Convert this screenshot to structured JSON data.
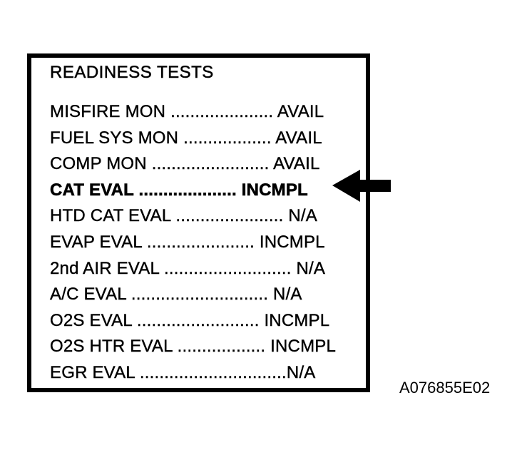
{
  "figure": {
    "caption": "A076855E02"
  },
  "screen": {
    "title": "READINESS TESTS",
    "rows": [
      {
        "label": "MISFIRE MON",
        "leader": " ..................... ",
        "value": "AVAIL",
        "highlight": false
      },
      {
        "label": "FUEL SYS MON",
        "leader": " .................. ",
        "value": "AVAIL",
        "highlight": false
      },
      {
        "label": "COMP MON",
        "leader": " ........................ ",
        "value": "AVAIL",
        "highlight": false
      },
      {
        "label": "CAT EVAL",
        "leader": " .................... ",
        "value": "INCMPL",
        "highlight": true
      },
      {
        "label": "HTD CAT EVAL",
        "leader": " ...................... ",
        "value": "N/A",
        "highlight": false
      },
      {
        "label": "EVAP EVAL",
        "leader": " ...................... ",
        "value": "INCMPL",
        "highlight": false
      },
      {
        "label": "2nd AIR EVAL",
        "leader": " .......................... ",
        "value": "N/A",
        "highlight": false
      },
      {
        "label": "A/C EVAL",
        "leader": " ............................ ",
        "value": "N/A",
        "highlight": false
      },
      {
        "label": "O2S EVAL",
        "leader": " ......................... ",
        "value": "INCMPL",
        "highlight": false
      },
      {
        "label": "O2S HTR EVAL",
        "leader": " .................. ",
        "value": "INCMPL",
        "highlight": false
      },
      {
        "label": "EGR EVAL",
        "leader": " ..............................",
        "value": "N/A",
        "highlight": false
      }
    ]
  },
  "arrow": {
    "icon": "arrow-left-icon",
    "color": "#000000",
    "points_to_row": "CAT EVAL"
  },
  "colors": {
    "foreground": "#000000",
    "background": "#ffffff"
  }
}
